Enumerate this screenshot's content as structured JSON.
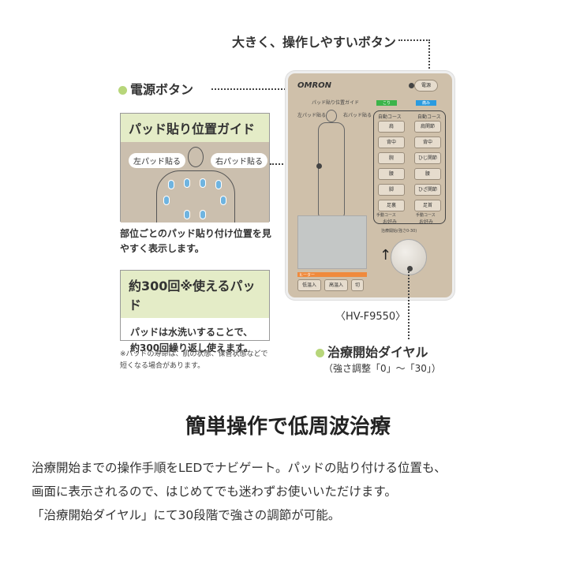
{
  "callouts": {
    "easy_buttons": "大きく、操作しやすいボタン",
    "power_button": "電源ボタン",
    "dial_title": "治療開始ダイヤル",
    "dial_sub": "（強さ調整「0」～「30」）",
    "model": "〈HV-F9550〉"
  },
  "pad_guide": {
    "title": "パッド貼り位置ガイド",
    "left_label": "左パッド貼る",
    "right_label": "右パッド貼る",
    "caption": "部位ごとのパッド貼り付け位置を見やすく表示します。"
  },
  "pad_300": {
    "title": "約300回※使えるパッド",
    "body_line1": "パッドは水洗いすることで、",
    "body_line2": "約300回繰り返し使えます。",
    "note": "※パッドの寿命は、肌の状態、保管状態などで短くなる場合があります。"
  },
  "device": {
    "brand": "OMRON",
    "power": "電源",
    "guide_label": "パッド貼り位置ガイド",
    "left_pad": "左パッド貼る",
    "right_pad": "右パッド貼る",
    "mode_left": "こり",
    "mode_right": "痛み",
    "auto_course": "自動コース",
    "left_buttons": [
      "肩",
      "背中",
      "腕",
      "腰",
      "脚",
      "足裏"
    ],
    "right_buttons": [
      "肩関節",
      "背中",
      "ひじ関節",
      "腰",
      "ひざ関節",
      "足首"
    ],
    "manual_course": "手動コース",
    "favorite": "お好み",
    "dial_label": "治療開始(強さ0-30)",
    "heater": "ヒーター",
    "heater_buttons": [
      "低温入",
      "高温入",
      "切"
    ],
    "colors": {
      "body": "#cfc0aa",
      "green": "#3cb44a",
      "blue": "#2a9be0",
      "heater": "#f08a3c"
    }
  },
  "main": {
    "heading": "簡単操作で低周波治療",
    "para": [
      "治療開始までの操作手順をLEDでナビゲート。パッドの貼り付ける位置も、",
      "画面に表示されるので、はじめてでも迷わずお使いいただけます。",
      "「治療開始ダイヤル」にて30段階で強さの調節が可能。"
    ]
  }
}
